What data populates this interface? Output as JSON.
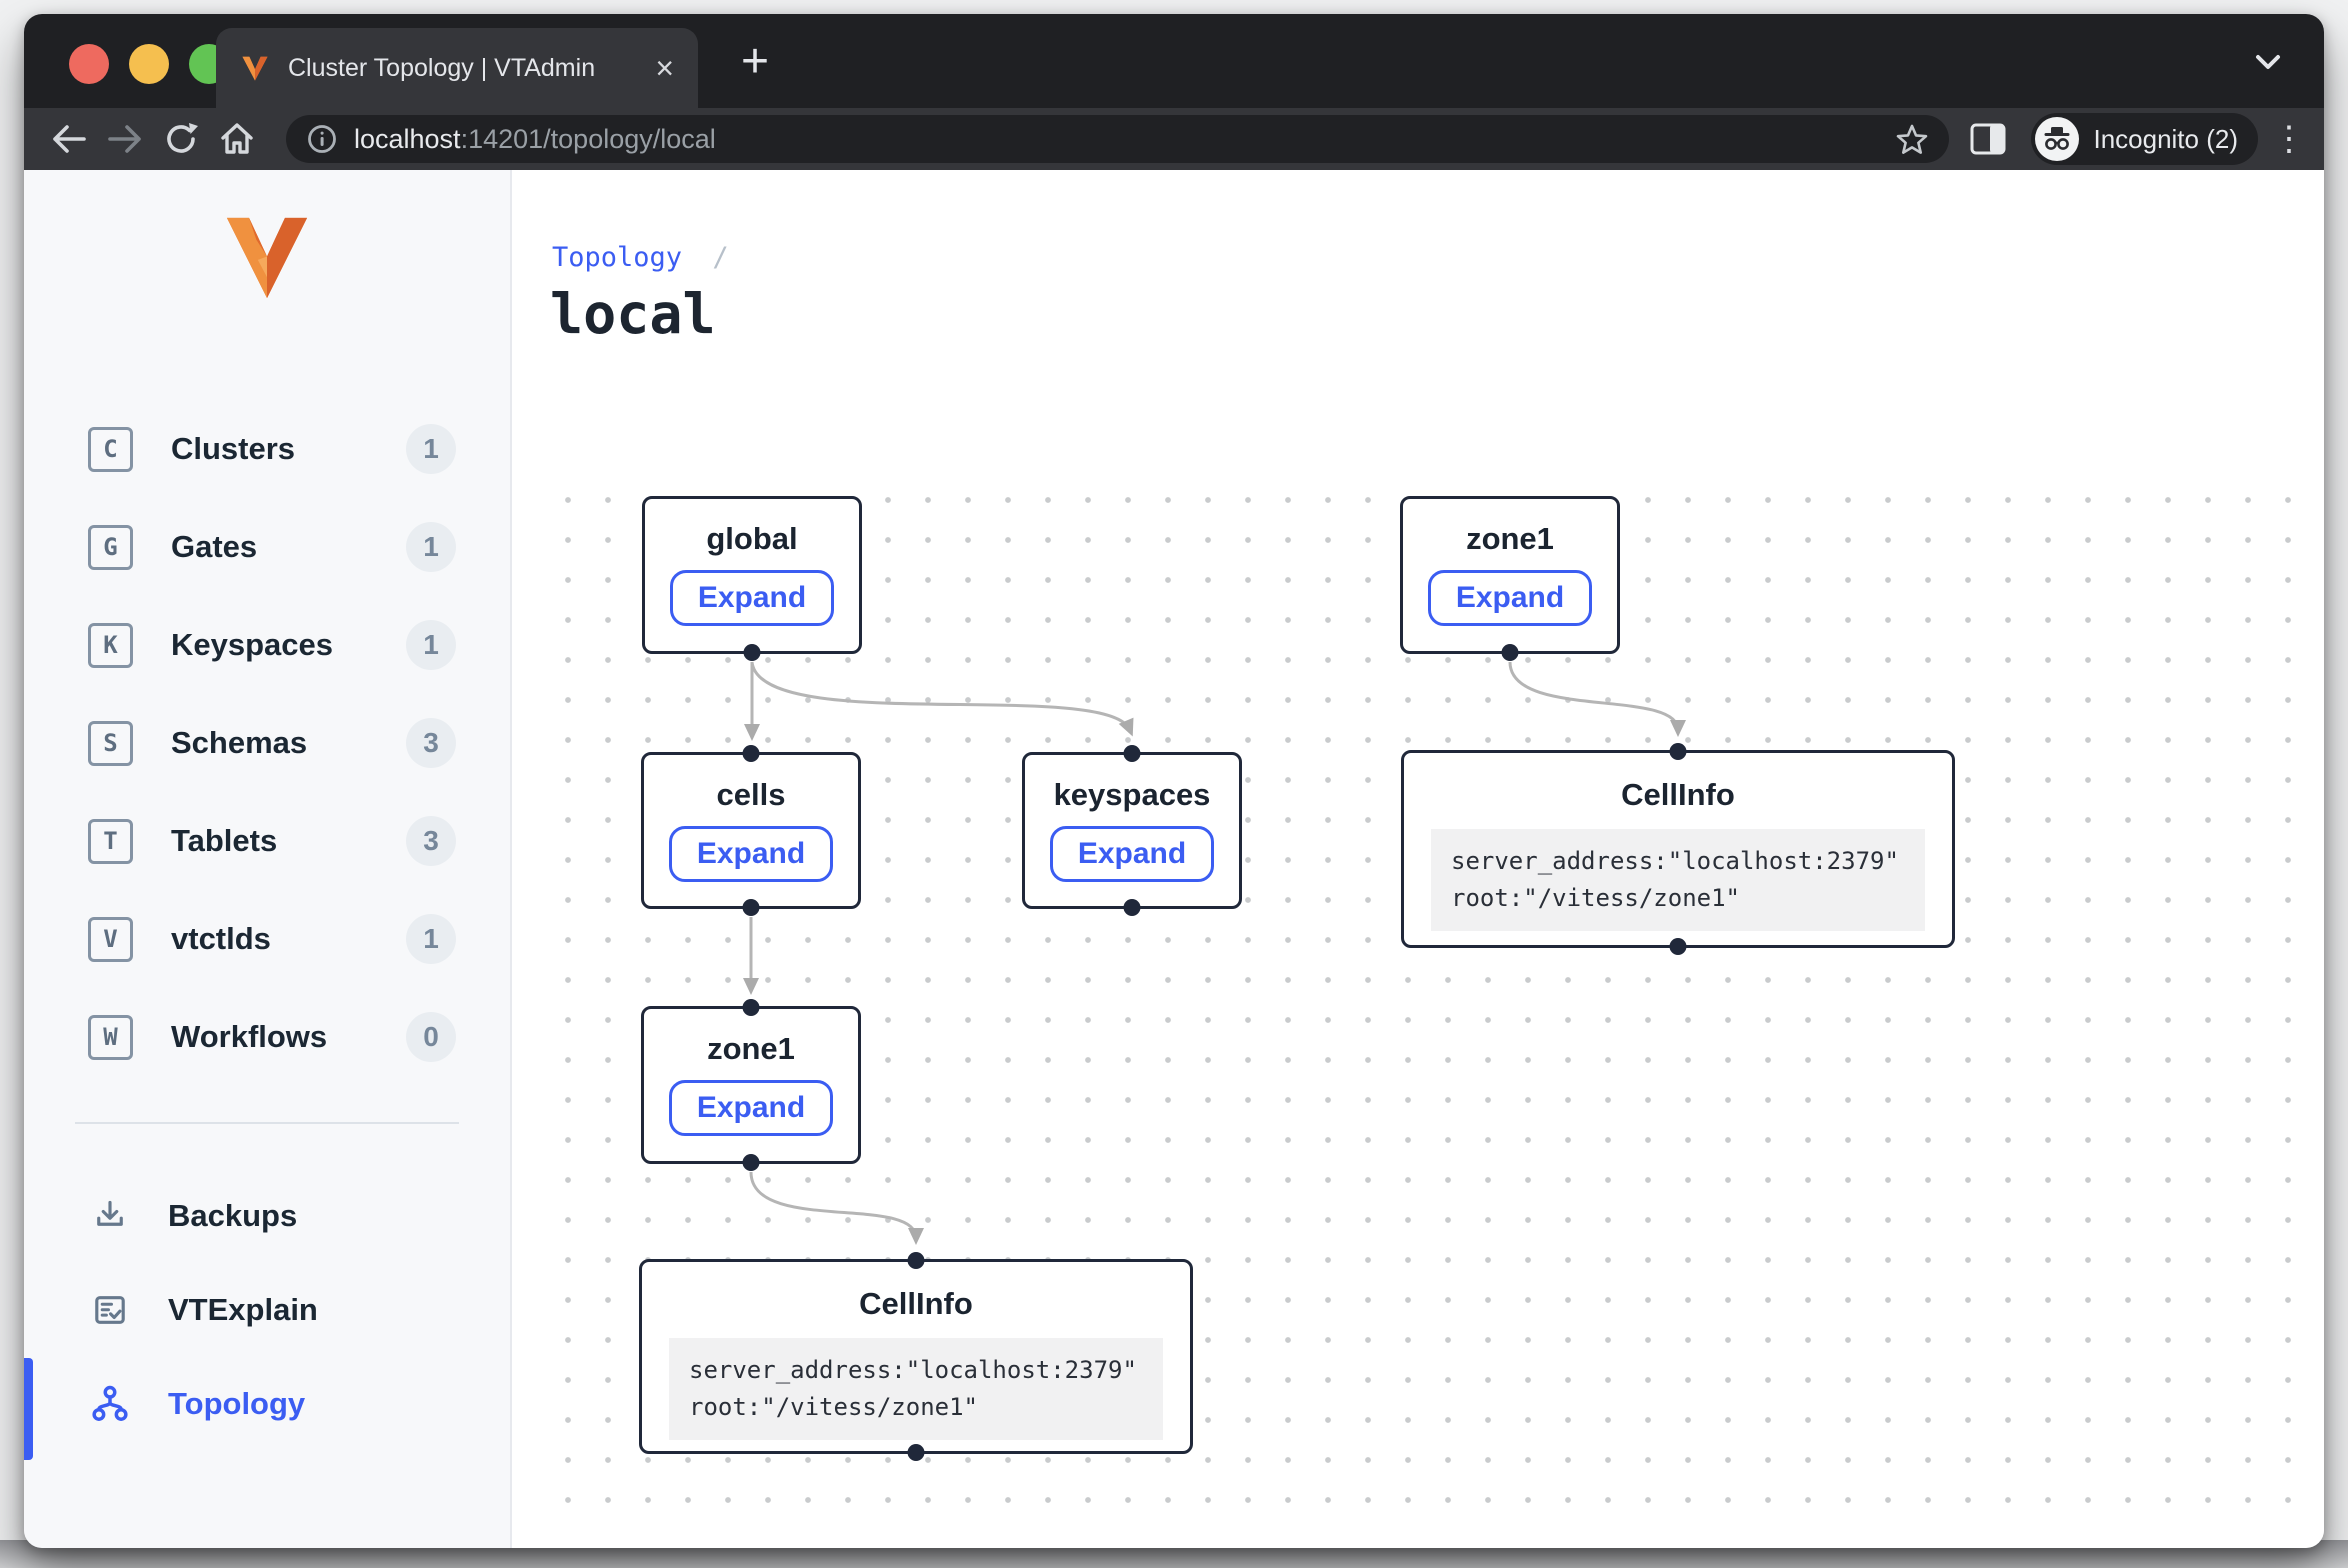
{
  "browser": {
    "tab_title": "Cluster Topology | VTAdmin",
    "close_glyph": "×",
    "new_tab_glyph": "+",
    "kebab_glyph": "⋮",
    "url_host": "localhost",
    "url_rest": ":14201/topology/local",
    "incognito_label": "Incognito (2)"
  },
  "sidebar": {
    "items": [
      {
        "icon_letter": "C",
        "label": "Clusters",
        "count": "1"
      },
      {
        "icon_letter": "G",
        "label": "Gates",
        "count": "1"
      },
      {
        "icon_letter": "K",
        "label": "Keyspaces",
        "count": "1"
      },
      {
        "icon_letter": "S",
        "label": "Schemas",
        "count": "3"
      },
      {
        "icon_letter": "T",
        "label": "Tablets",
        "count": "3"
      },
      {
        "icon_letter": "V",
        "label": "vtctlds",
        "count": "1"
      },
      {
        "icon_letter": "W",
        "label": "Workflows",
        "count": "0"
      }
    ],
    "tools": [
      {
        "label": "Backups"
      },
      {
        "label": "VTExplain"
      },
      {
        "label": "Topology"
      }
    ]
  },
  "main": {
    "breadcrumb": {
      "link": "Topology",
      "separator": "/"
    },
    "title": "local",
    "nodes": {
      "global": {
        "label": "global",
        "button": "Expand"
      },
      "zone1_top": {
        "label": "zone1",
        "button": "Expand"
      },
      "cells": {
        "label": "cells",
        "button": "Expand"
      },
      "keyspaces": {
        "label": "keyspaces",
        "button": "Expand"
      },
      "zone1_mid": {
        "label": "zone1",
        "button": "Expand"
      },
      "cellinfo_right": {
        "title": "CellInfo",
        "code": [
          "server_address:\"localhost:2379\"",
          "root:\"/vitess/zone1\""
        ]
      },
      "cellinfo_bottom": {
        "title": "CellInfo",
        "code": [
          "server_address:\"localhost:2379\"",
          "root:\"/vitess/zone1\""
        ]
      }
    }
  },
  "colors": {
    "accent": "#3b5df2",
    "node_border": "#20283a",
    "edge": "#b5b5b5",
    "brand_orange_light": "#f0913f",
    "brand_orange_dark": "#d9622b"
  }
}
